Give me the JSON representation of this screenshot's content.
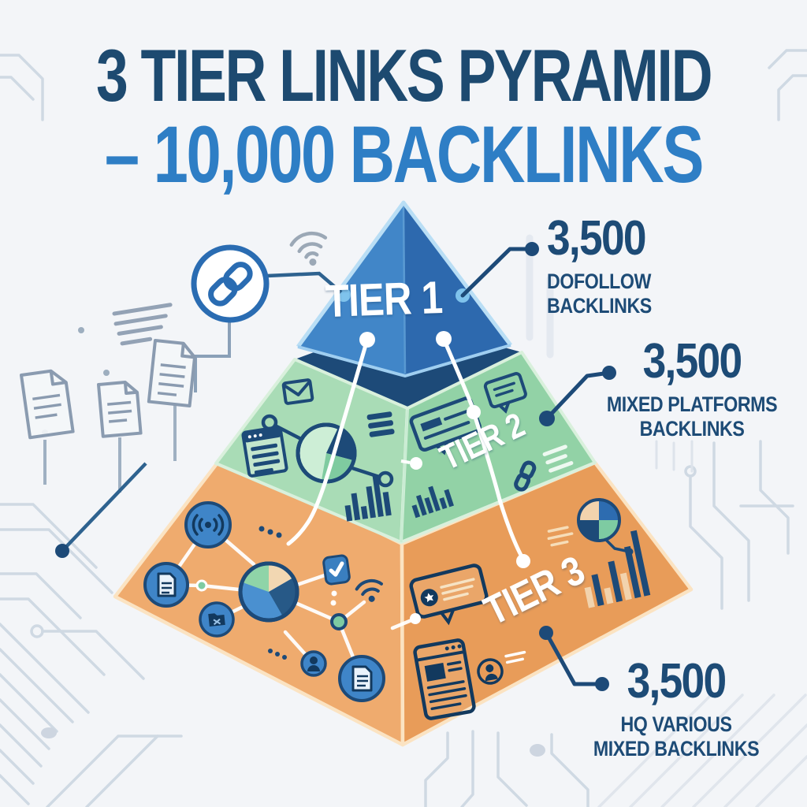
{
  "title": {
    "line1": "3 TIER LINKS PYRAMID",
    "line2": "– 10,000 BACKLINKS"
  },
  "pyramid": {
    "tiers": [
      {
        "label": "TIER 1",
        "color": "#3a7fc4",
        "backlinks": "3,500",
        "description": "DOFOLLOW BACKLINKS"
      },
      {
        "label": "TIER 2",
        "color": "#9ed8b0",
        "backlinks": "3,500",
        "description": "MIXED PLATFORMS BACKLINKS"
      },
      {
        "label": "TIER 3",
        "color": "#eca566",
        "backlinks": "3,500",
        "description": "HQ VARIOUS MIXED BACKLINKS"
      }
    ],
    "total_backlinks": "10,000"
  },
  "annotations": {
    "tier1": {
      "value": "3,500",
      "line1": "DOFOLLOW",
      "line2": "BACKLINKS"
    },
    "tier2": {
      "value": "3,500",
      "line1": "MIXED PLATFORMS",
      "line2": "BACKLINKS"
    },
    "tier3": {
      "value": "3,500",
      "line1": "HQ VARIOUS",
      "line2": "MIXED BACKLINKS"
    }
  },
  "colors": {
    "title_dark": "#1d4a70",
    "title_blue": "#2e7ec5",
    "annotation_navy": "#1d4b76",
    "tier1_left": "#4186c8",
    "tier1_right": "#2d69ae",
    "tier2_top": "#1d4a78",
    "tier2_left": "#a9dcb6",
    "tier2_right": "#92d2a6",
    "tier3_left": "#efab6e",
    "tier3_right": "#e89c59",
    "background": "#f3f5f8",
    "circuit_trace": "#ccd6e1"
  },
  "icons": [
    "link-chain-icon",
    "wifi-icon",
    "document-icon",
    "envelope-icon",
    "pie-chart-icon",
    "browser-window-icon",
    "bar-chart-icon",
    "chat-bubble-icon",
    "signal-icon",
    "folder-icon",
    "checkbox-icon",
    "person-icon",
    "review-star-bubble-icon",
    "avatar-icon"
  ]
}
